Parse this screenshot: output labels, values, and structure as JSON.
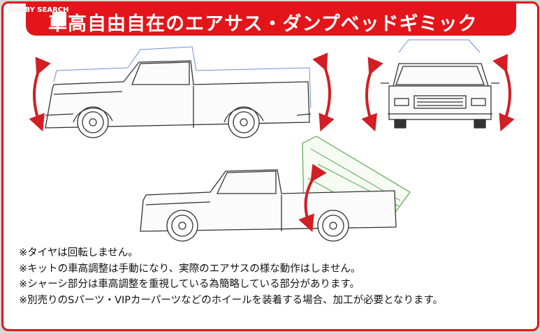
{
  "watermark": "HOBBY SEARCH",
  "title": "車高自由自在のエアサス・ダンプベッドギミック",
  "notes": [
    "※タイヤは回転しません。",
    "※キットの車高調整は手動になり、実際のエアサスの様な動作はしません。",
    "※シャーシ部分は車高調整を重視している為簡略している部分があります。",
    "※別売りのSパーツ・VIPカーパーツなどのホイールを装着する場合、加工が必要となります。"
  ],
  "colors": {
    "accent": "#e3151a",
    "blueprint": "#6d8fd6",
    "green": "#58a84a"
  }
}
